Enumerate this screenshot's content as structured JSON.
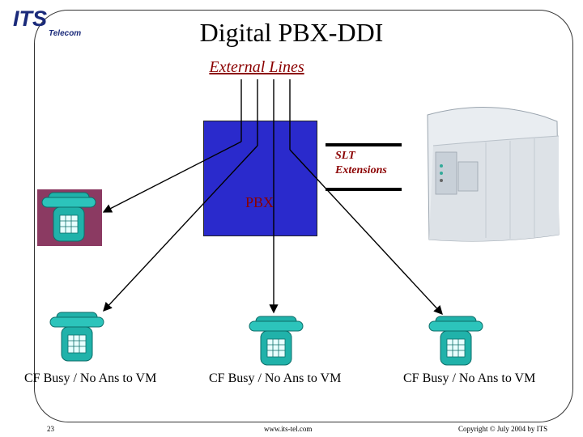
{
  "logo": {
    "main": "ITS",
    "sub": "Telecom"
  },
  "title": "Digital PBX-DDI",
  "external_lines_label": "External Lines",
  "pbx_label": "PBX",
  "slt": {
    "line1": "SLT",
    "line2": "Extensions"
  },
  "captions": [
    "CF Busy / No Ans to VM",
    "CF Busy / No Ans to VM",
    "CF Busy / No Ans to VM"
  ],
  "footer": {
    "page": "23",
    "website": "www.its-tel.com",
    "copyright": "Copyright © July 2004 by ITS"
  },
  "colors": {
    "pbx_fill": "#2a2acc",
    "label_red": "#8b0000",
    "phone_teal": "#20b2aa",
    "phone_bg": "#8b3a62"
  }
}
